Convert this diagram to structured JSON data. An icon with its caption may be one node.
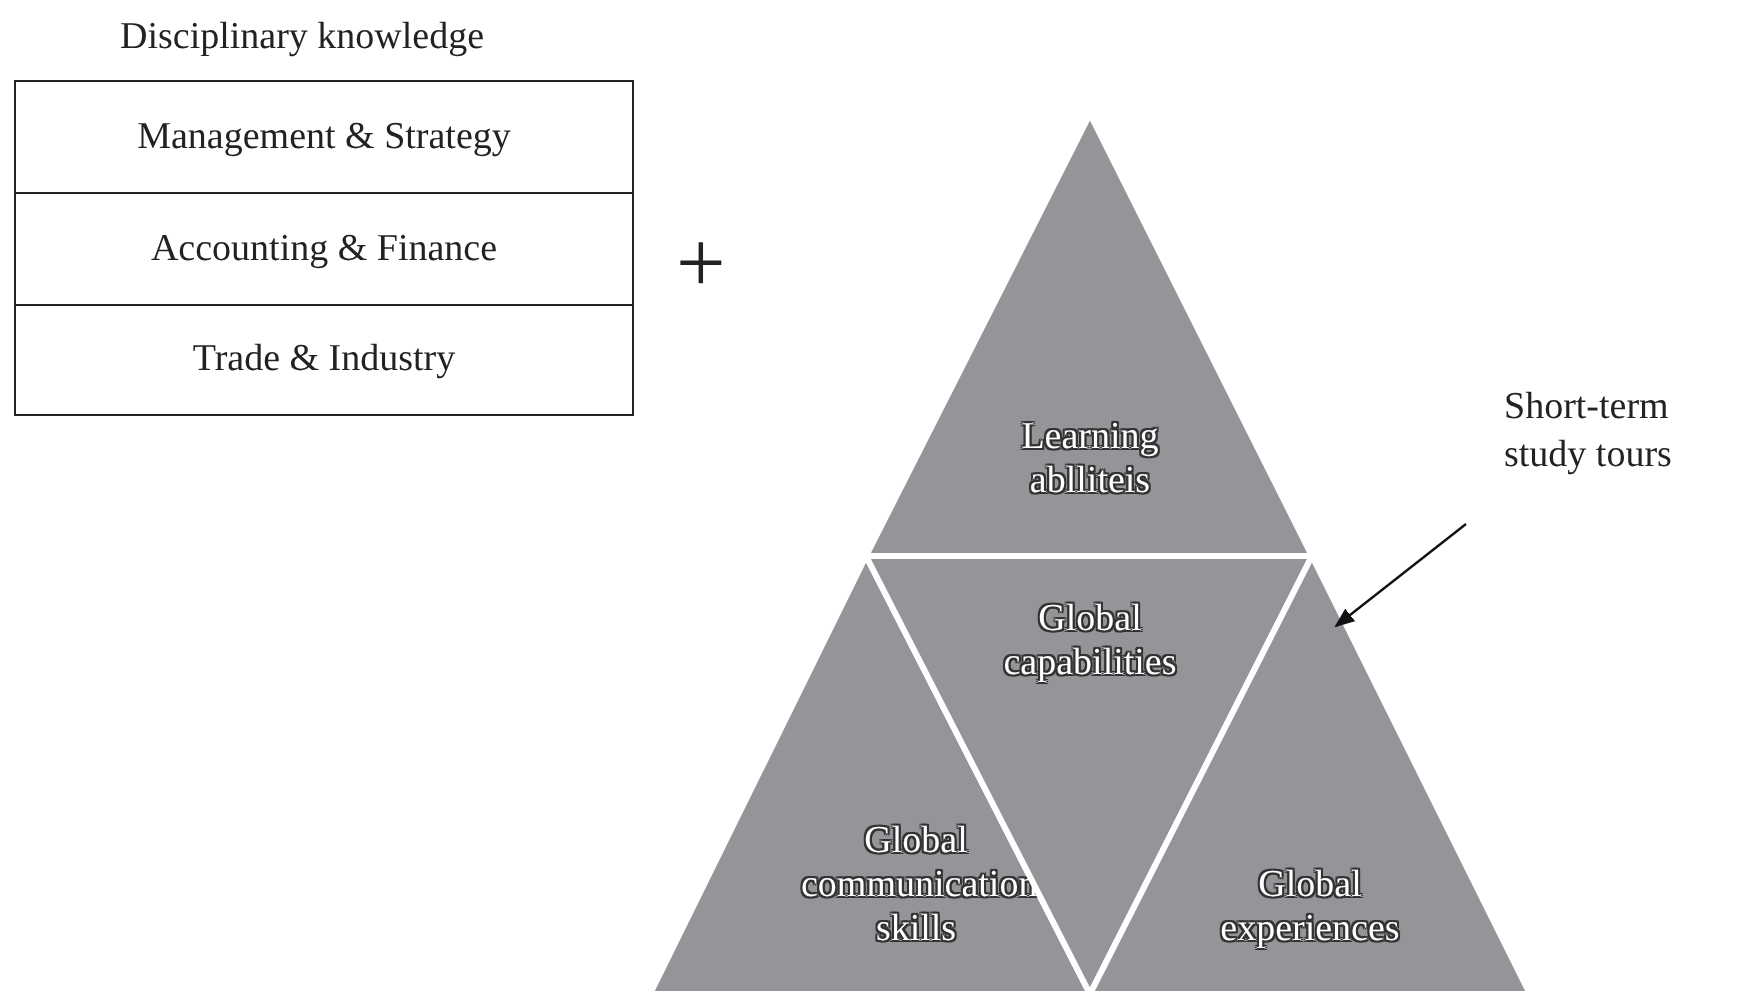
{
  "diagram": {
    "nodes": [
      {
        "text": [
          "Management & Strategy"
        ]
      },
      {
        "text": [
          "Accounting & Finance"
        ]
      },
      {
        "text": [
          "Trade & Industry"
        ]
      },
      {
        "text": [
          "Learning ablliteis"
        ]
      },
      {
        "text": [
          "Global communication skills"
        ]
      },
      {
        "text": [
          "Global capabilities"
        ]
      },
      {
        "text": [
          "Global experiences"
        ]
      },
      {
        "text": [
          "Short-term study tours"
        ]
      }
    ],
    "edges": [
      {
        "from": 7,
        "to": 6,
        "arrow": "to"
      }
    ],
    "labels": [
      "Disciplinary knowledge",
      "+"
    ]
  }
}
